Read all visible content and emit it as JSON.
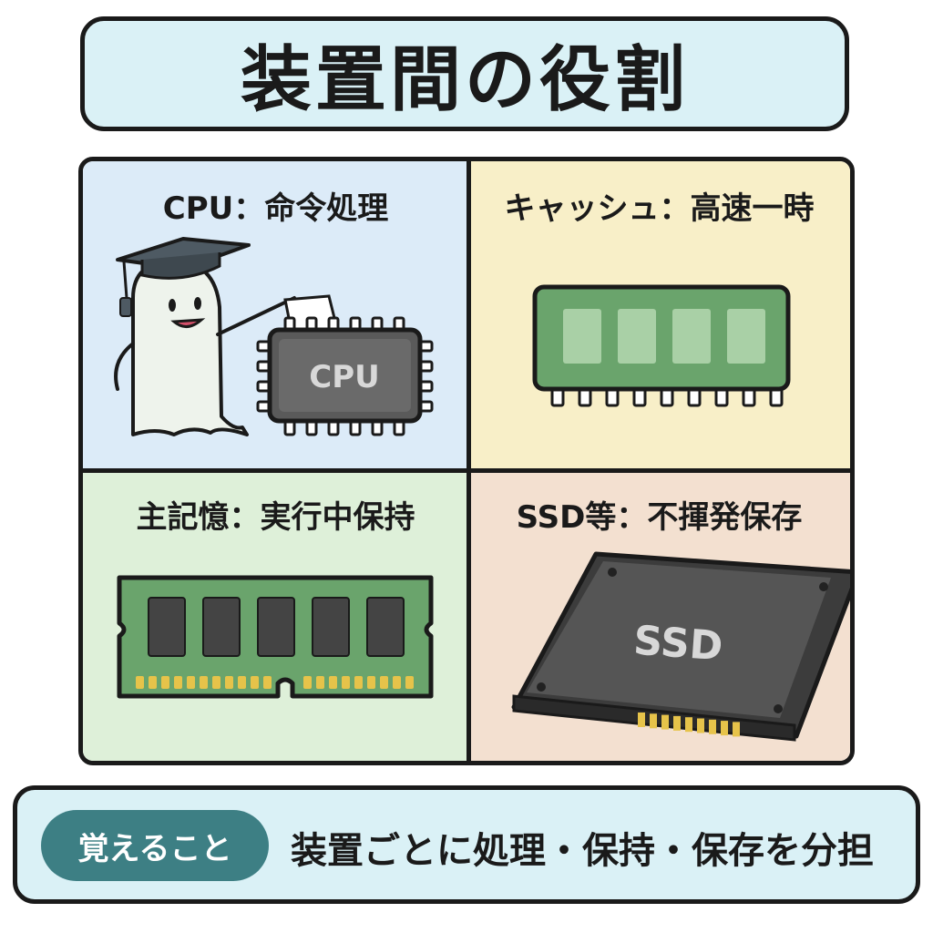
{
  "title": "装置間の役割",
  "panels": {
    "cpu": {
      "label": "CPU：命令処理",
      "chip_text": "CPU",
      "bg": "#dcebf8"
    },
    "cache": {
      "label": "キャッシュ：高速一時",
      "bg": "#f8efc8"
    },
    "main": {
      "label": "主記憶：実行中保持",
      "bg": "#def0d9"
    },
    "ssd": {
      "label": "SSD等：不揮発保存",
      "chip_text": "SSD",
      "bg": "#f3e0d0"
    }
  },
  "footer": {
    "pill": "覚えること",
    "text": "装置ごとに処理・保持・保存を分担"
  },
  "colors": {
    "frame_bg": "#daf1f6",
    "pill_bg": "#3d7f84",
    "board_green": "#6aa46c",
    "chip_gray": "#5a5a5a"
  }
}
